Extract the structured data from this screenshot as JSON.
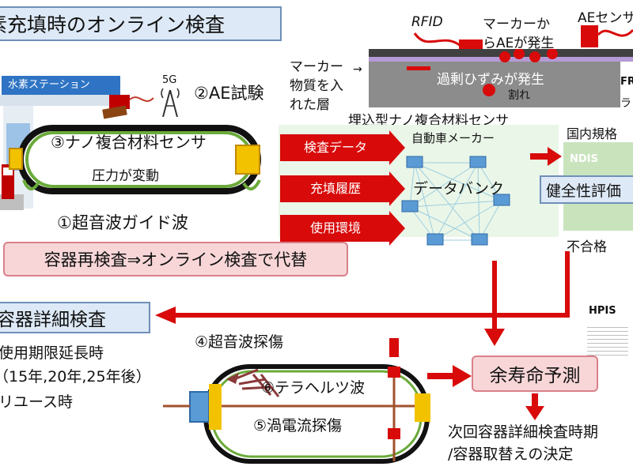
{
  "title": "素充填時のオンライン検査",
  "station": {
    "banner": "水素ステーション"
  },
  "labels": {
    "five_g": "5G",
    "ae_test": "②AE試験",
    "nano_sensor": "③ナノ複合材料センサ",
    "pressure_change": "圧力が変動",
    "ultrasonic_guided": "①超音波ガイド波",
    "replace_inspection": "容器再検査⇒オンライン検査で代替"
  },
  "ae_diagram": {
    "rfid": "RFID",
    "marker_ae_line1": "マーカーか",
    "marker_ae_line2": "らAEが発生",
    "ae_sensor": "AEセンサ",
    "marker_layer_line1": "マーカー",
    "marker_layer_line2": "物質を入",
    "marker_layer_line3": "れた層",
    "excess_strain": "過剰ひずみが発生",
    "crack": "割れ",
    "fr_cut": "FR",
    "ra_cut": "ラ",
    "embedded_sensor": "埋込型ナノ複合材料センサ"
  },
  "data_flow": {
    "arrows": [
      "検査データ",
      "充填履歴",
      "使用環境"
    ],
    "automaker": "自動車メーカー",
    "databank": "データバンク"
  },
  "standards": {
    "domestic": "国内規格",
    "ndis": "NDIS",
    "health_eval": "健全性評価",
    "fail": "不合格",
    "hpis": "HPIS"
  },
  "detailed": {
    "title": "容器詳細検査",
    "extension": "使用期限延長時",
    "years": "（15年,20年,25年後）",
    "reuse": "リユース時"
  },
  "methods": {
    "ultrasonic_flaw": "④超音波探傷",
    "terahertz": "⑥テラヘルツ波",
    "eddy_current": "⑤渦電流探傷"
  },
  "life": {
    "prediction": "余寿命予測",
    "decision_line1": "次回容器詳細検査時期",
    "decision_line2": "/容器取替えの決定"
  },
  "colors": {
    "red": "#d80a0a",
    "pink": "#f8d6d8",
    "lightblue": "#dde9f6",
    "green": "#6aaa3a",
    "yellow": "#f2c200"
  }
}
